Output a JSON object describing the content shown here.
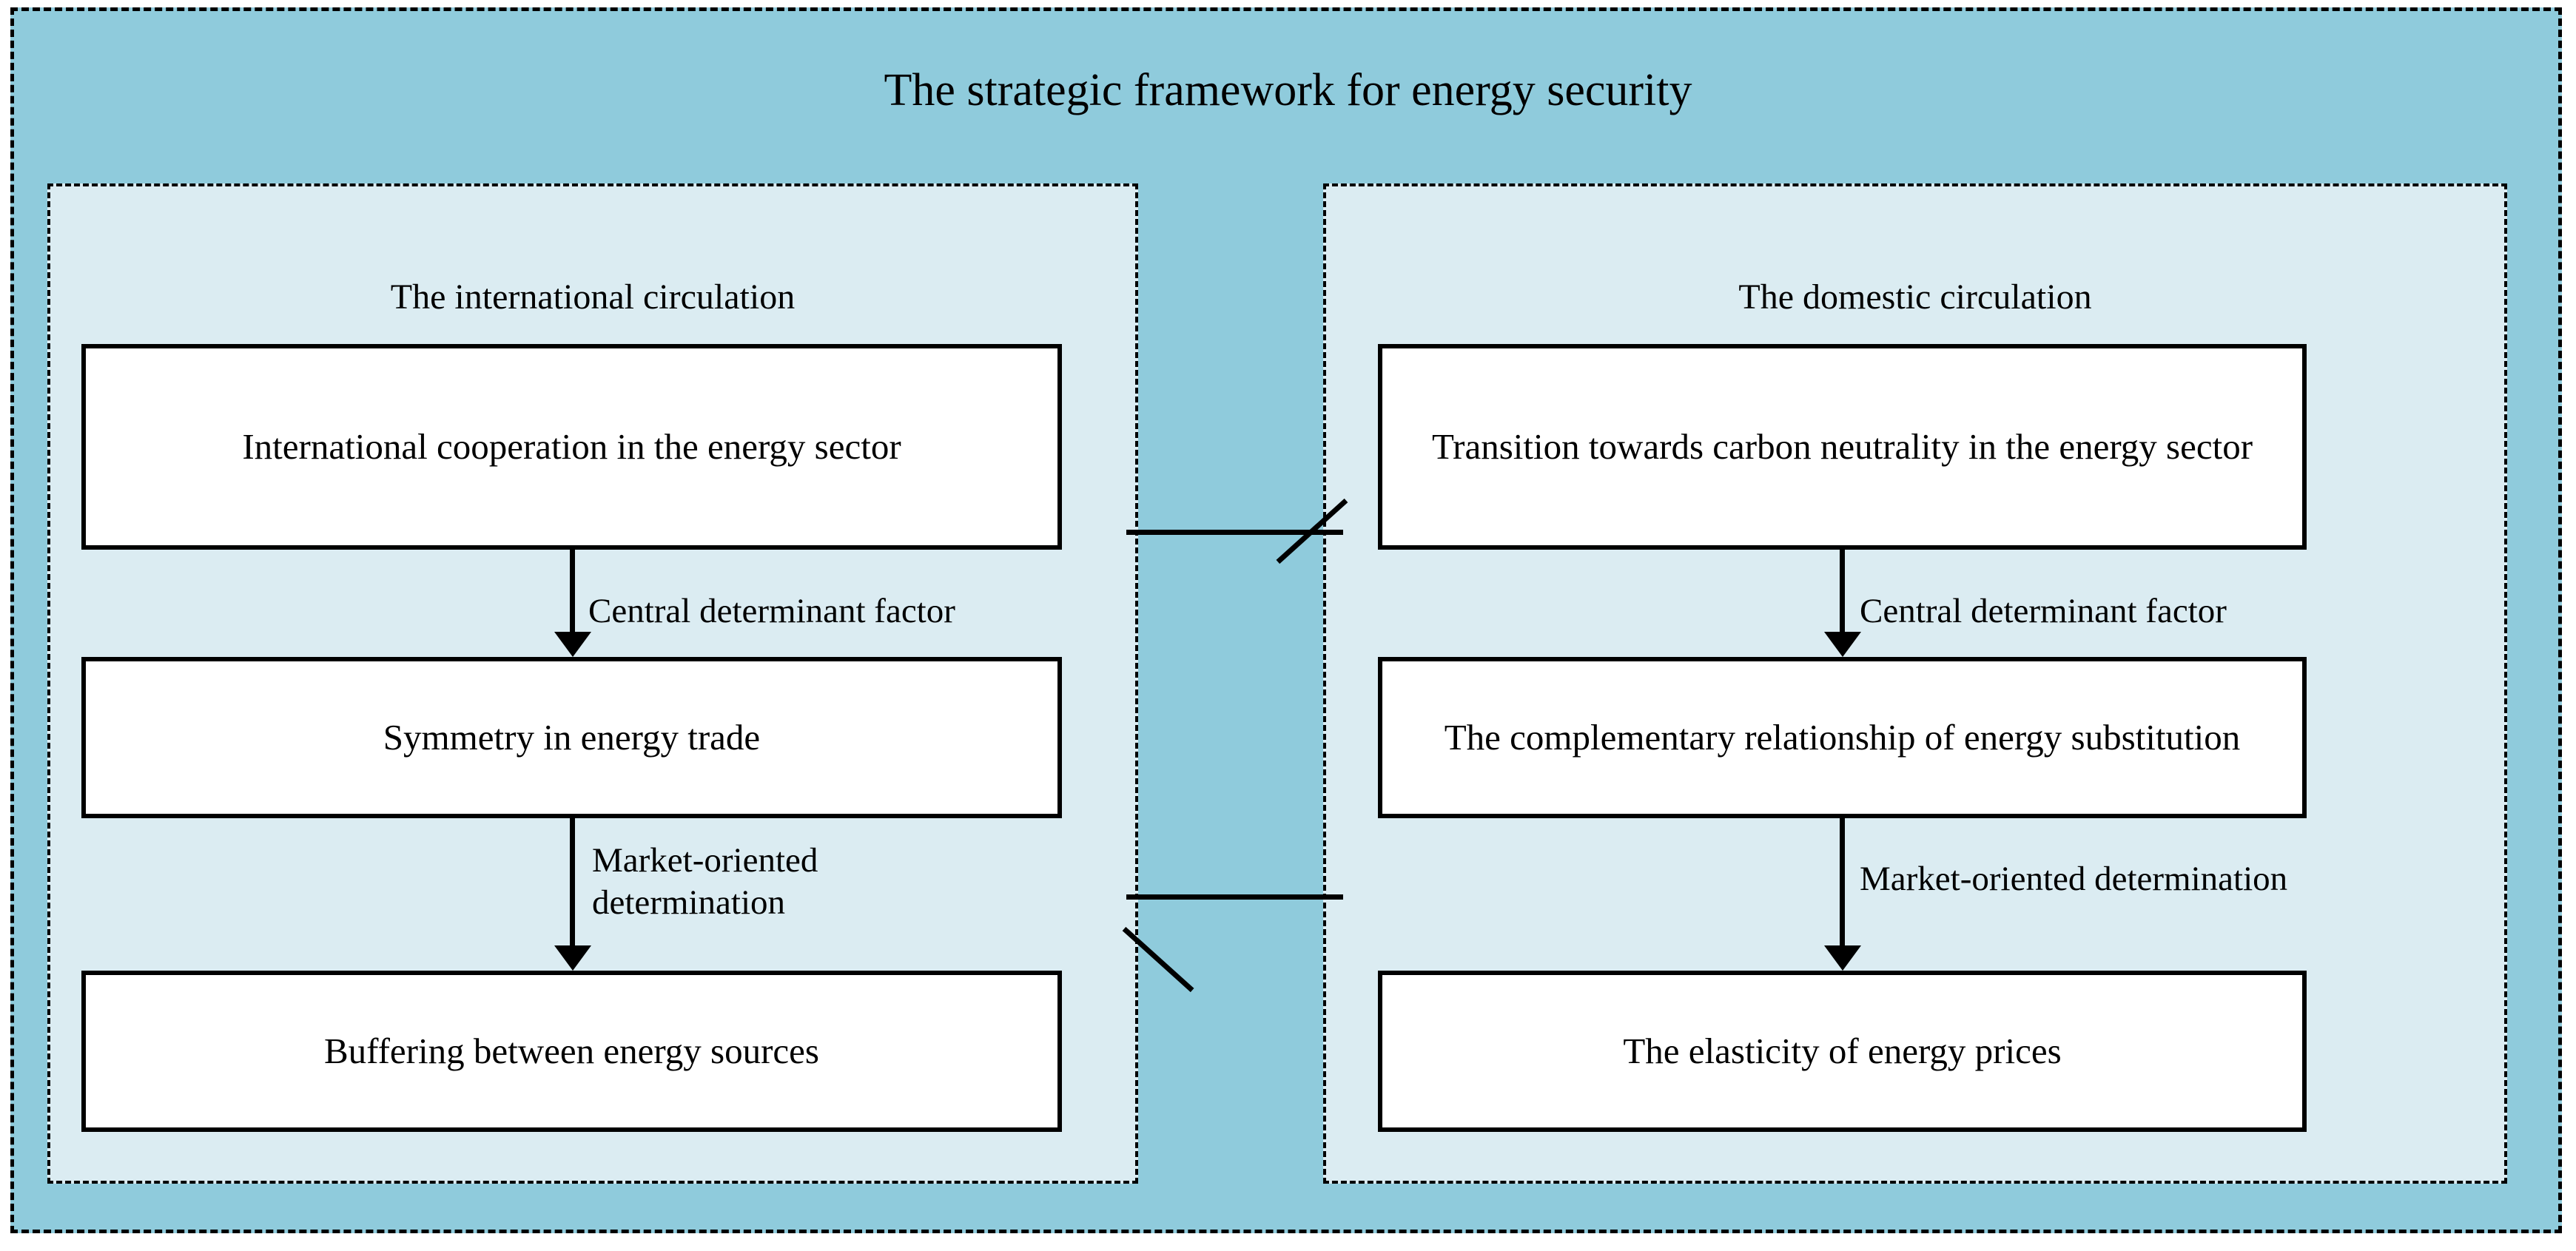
{
  "figure": {
    "title": "The strategic framework for energy security",
    "background_color": "#8fcbdc",
    "panel_color": "#dbecf2",
    "box_color": "#ffffff",
    "line_color": "#000000"
  },
  "panels": {
    "left": {
      "title": "The international circulation",
      "boxes": [
        {
          "label": "International cooperation in the energy sector"
        },
        {
          "label": "Symmetry in energy trade"
        },
        {
          "label": "Buffering between energy sources"
        }
      ],
      "edges": [
        {
          "label": "Central determinant factor"
        },
        {
          "label": "Market-oriented\ndetermination"
        }
      ]
    },
    "right": {
      "title": "The domestic circulation",
      "boxes": [
        {
          "label": "Transition towards carbon neutrality in the energy sector"
        },
        {
          "label": "The complementary relationship of energy substitution"
        },
        {
          "label": "The elasticity of energy prices"
        }
      ],
      "edges": [
        {
          "label": "Central determinant factor"
        },
        {
          "label": "Market-oriented determination"
        }
      ]
    }
  },
  "cross_connectors": [
    {
      "name": "top",
      "direction": "left-to-right",
      "label": ""
    },
    {
      "name": "bottom",
      "direction": "right-to-left",
      "label": ""
    }
  ]
}
